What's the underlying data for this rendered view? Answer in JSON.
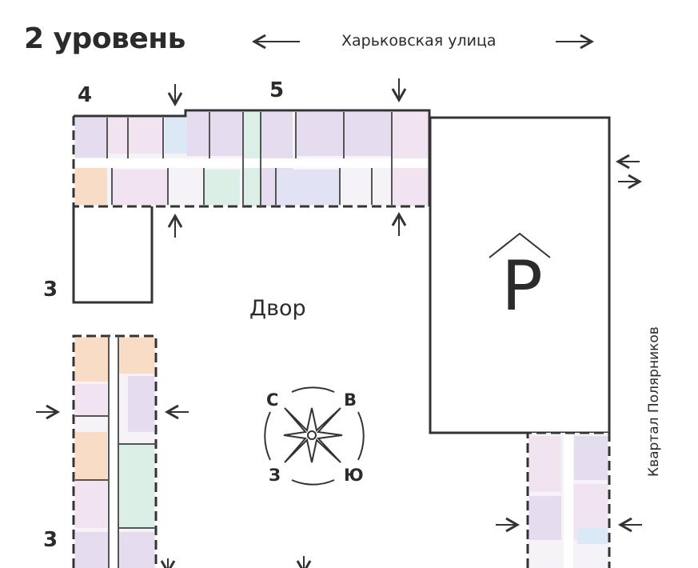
{
  "title": "2 уровень",
  "street_top": "Харьковская улица",
  "street_right": "Квартал Полярников",
  "yard": "Двор",
  "parking": "P",
  "section_numbers": {
    "s4": "4",
    "s5": "5",
    "s3a": "3",
    "s3b": "3"
  },
  "compass": {
    "n": "С",
    "e": "В",
    "w": "З",
    "s": "Ю"
  },
  "colors": {
    "wall": "#333333",
    "purple": "#e6dcef",
    "pink": "#f1e3ef",
    "blue": "#dbe8f6",
    "orange": "#f8dcc6",
    "green": "#dcefe6",
    "lavender": "#e1e3f4"
  }
}
